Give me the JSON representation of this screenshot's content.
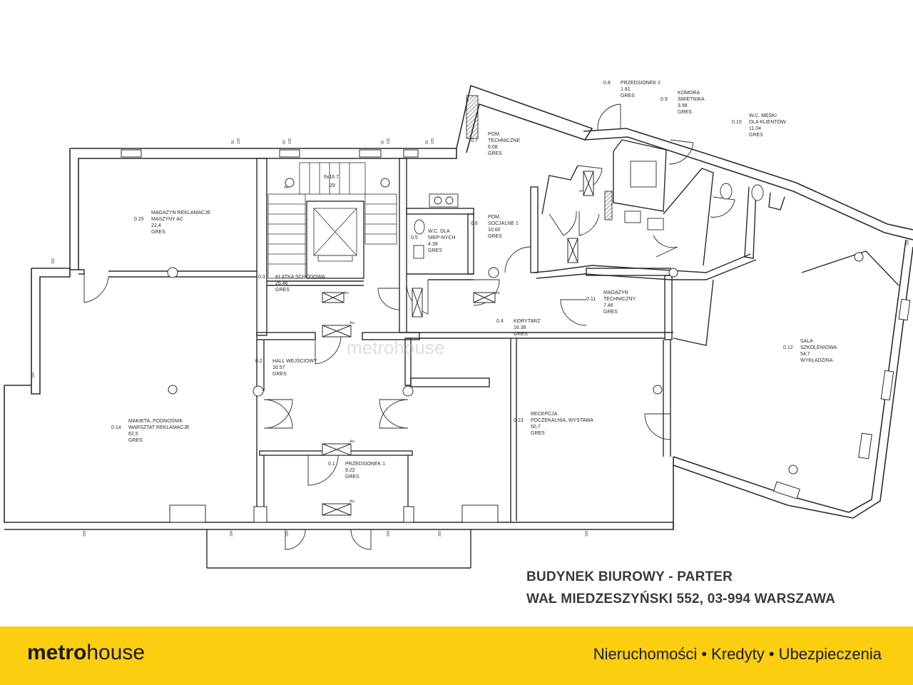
{
  "colors": {
    "footer_bg": "#fbcf0f",
    "wall": "#ffffff",
    "line": "#2b2b2b"
  },
  "plan": {
    "rooms": [
      {
        "id": "r015",
        "num": "0.15",
        "name": "MAGAZYN REKLAMACJE",
        "name2": "MASZYNY AC",
        "area": "22,4",
        "floor": "GRES"
      },
      {
        "id": "r03",
        "num": "0.3",
        "name": "KLATKA SCHODOWA",
        "name2": "",
        "area": "26.46",
        "floor": "GRES"
      },
      {
        "id": "r05",
        "num": "0.5",
        "name": "W.C. DLA",
        "name2": "NIEP-NYCH",
        "area": "4.39",
        "floor": "GRES"
      },
      {
        "id": "r06",
        "num": "0.6",
        "name": "POM.",
        "name2": "SOCJALNE 1",
        "area": "10.60",
        "floor": "GRES"
      },
      {
        "id": "r07",
        "num": "0.7",
        "name": "POM.",
        "name2": "TECHNICZNE",
        "area": "6.08",
        "floor": "GRES"
      },
      {
        "id": "r08",
        "num": "0.8",
        "name": "PRZEDSIONEK 2",
        "name2": "",
        "area": "1.81",
        "floor": "GRES"
      },
      {
        "id": "r09",
        "num": "0.9",
        "name": "KOMORA",
        "name2": "ŚMIETNIKA",
        "area": "3.98",
        "floor": "GRES"
      },
      {
        "id": "r010",
        "num": "0.10",
        "name": "W.C. MĘSKI",
        "name2": "DLA KLIENTÓW",
        "area": "11.04",
        "floor": "GRES"
      },
      {
        "id": "r011",
        "num": "0.11",
        "name": "MAGAZYN",
        "name2": "TECHNICZNY",
        "area": "7.46",
        "floor": "GRES"
      },
      {
        "id": "r04",
        "num": "0.4",
        "name": "KORYTARZ",
        "name2": "",
        "area": "16.38",
        "floor": "GRES"
      },
      {
        "id": "r02",
        "num": "0.2",
        "name": "HALL WEJŚCIOWY",
        "name2": "",
        "area": "16.57",
        "floor": "GRES"
      },
      {
        "id": "r014",
        "num": "0.14",
        "name": "MAKIETA, PODNOŚNIK",
        "name2": "WARSZTAT REKLAMACJE",
        "area": "62,5",
        "floor": "GRES"
      },
      {
        "id": "r013",
        "num": "0.13",
        "name": "RECEPCJA",
        "name2": "POCZEKALNIA, WYSTAWA",
        "area": "50,7",
        "floor": "GRES"
      },
      {
        "id": "r01",
        "num": "0.1",
        "name": "PRZEDSIONEK 1",
        "name2": "",
        "area": "9.22",
        "floor": "GRES"
      },
      {
        "id": "r012",
        "num": "0.12",
        "name": "SALA",
        "name2": "SZKOLENIOWA",
        "area": "54,7",
        "floor": "WYKŁADZINA"
      }
    ],
    "stairs_label": "6x16.7",
    "stairs_label2": "29",
    "aw": "Aw"
  },
  "title_line1": "BUDYNEK BIUROWY - PARTER",
  "title_line2": "WAŁ MIEDZESZYŃSKI 552, 03-994 WARSZAWA",
  "footer": {
    "logo_bold": "metro",
    "logo_light": "house",
    "tagline": "Nieruchomości • Kredyty • Ubezpieczenia"
  }
}
